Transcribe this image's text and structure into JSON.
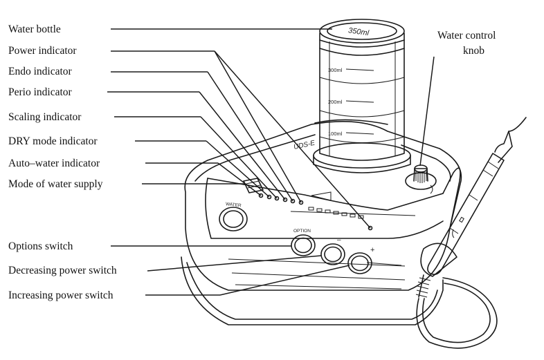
{
  "labels": {
    "water_bottle": "Water  bottle",
    "power_indicator": "Power indicator",
    "endo_indicator": "Endo  indicator",
    "perio_indicator": "Perio  indicator",
    "scaling_indicator": "Scaling indicator",
    "dry_mode_indicator": "DRY mode indicator",
    "auto_water_indicator": "Auto–water  indicator",
    "mode_of_water_supply": "Mode of water supply",
    "options_switch": "Options  switch",
    "decreasing_power_switch": "Decreasing power switch",
    "increasing_power_switch": "Increasing power switch",
    "water_control_knob_line1": "Water control",
    "water_control_knob_line2": "knob"
  },
  "device_text": {
    "bottle_top": "350ml",
    "mark_300": "300ml",
    "mark_200": "200ml",
    "mark_100": "100ml",
    "water_button": "WATER",
    "option_button": "OPTION",
    "minus": "–",
    "plus": "+",
    "model": "UDS-E"
  }
}
